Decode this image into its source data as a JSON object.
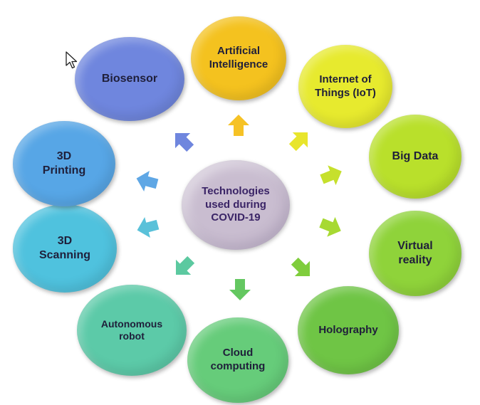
{
  "center": {
    "label": "Technologies\nused during\nCOVID-19",
    "color": "#c9bdd0"
  },
  "nodes": [
    {
      "id": "artificial-intelligence",
      "label": "Artificial\nIntelligence",
      "color": "#f4c21f"
    },
    {
      "id": "internet-of-things",
      "label": "Internet of\nThings (IoT)",
      "color": "#e7ea2e"
    },
    {
      "id": "big-data",
      "label": "Big Data",
      "color": "#b9e02b"
    },
    {
      "id": "virtual-reality",
      "label": "Virtual\nreality",
      "color": "#8fd33a"
    },
    {
      "id": "holography",
      "label": "Holography",
      "color": "#6fc545"
    },
    {
      "id": "cloud-computing",
      "label": "Cloud\ncomputing",
      "color": "#66cc7a"
    },
    {
      "id": "autonomous-robot",
      "label": "Autonomous\nrobot",
      "color": "#5ccaa8"
    },
    {
      "id": "3d-scanning",
      "label": "3D\nScanning",
      "color": "#4fc2de"
    },
    {
      "id": "3d-printing",
      "label": "3D\nPrinting",
      "color": "#57a6e6"
    },
    {
      "id": "biosensor",
      "label": "Biosensor",
      "color": "#6f86de"
    }
  ],
  "arrows": [
    {
      "points_to": "artificial-intelligence",
      "color": "#f6c225"
    },
    {
      "points_to": "internet-of-things",
      "color": "#e8e52c"
    },
    {
      "points_to": "big-data",
      "color": "#c6e02c"
    },
    {
      "points_to": "virtual-reality",
      "color": "#a7d932"
    },
    {
      "points_to": "holography",
      "color": "#7fcd3c"
    },
    {
      "points_to": "cloud-computing",
      "color": "#63c760"
    },
    {
      "points_to": "autonomous-robot",
      "color": "#5cc9a0"
    },
    {
      "points_to": "3d-scanning",
      "color": "#5ac1d9"
    },
    {
      "points_to": "3d-printing",
      "color": "#5fa7e5"
    },
    {
      "points_to": "biosensor",
      "color": "#6f86de"
    }
  ]
}
